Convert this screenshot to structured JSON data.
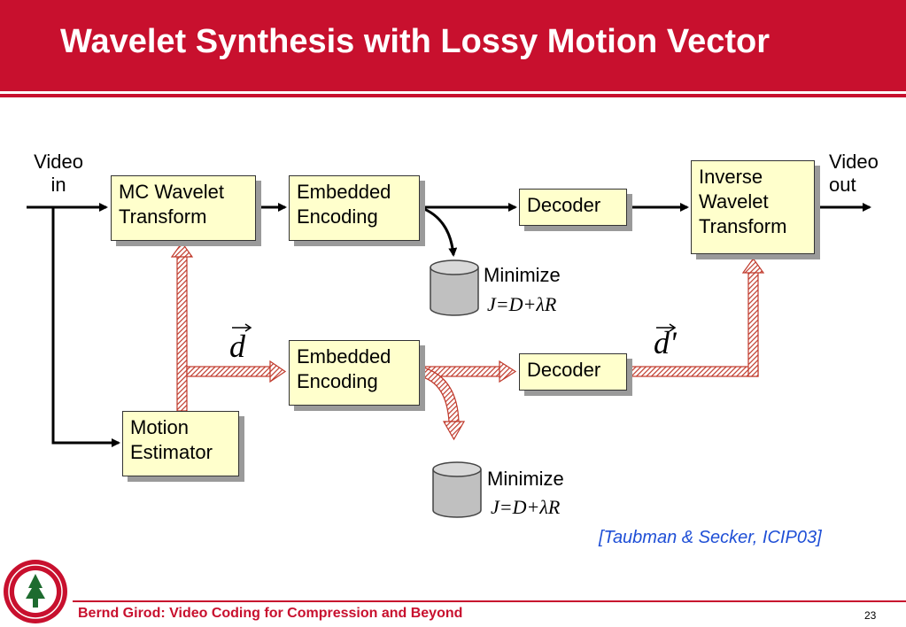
{
  "title": "Wavelet Synthesis with Lossy Motion Vector",
  "labels": {
    "video_in": [
      "Video",
      "in"
    ],
    "video_out": [
      "Video",
      "out"
    ],
    "minimize_top": "Minimize",
    "minimize_bottom": "Minimize",
    "equation_top": "J=D+λR",
    "equation_bottom": "J=D+λR",
    "vector_d": "d",
    "vector_d_prime": "d'"
  },
  "boxes": {
    "mc_wavelet": [
      "MC Wavelet",
      "Transform"
    ],
    "embedded_top": [
      "Embedded",
      "Encoding"
    ],
    "decoder_top": "Decoder",
    "inverse_wavelet": [
      "Inverse",
      "Wavelet",
      "Transform"
    ],
    "embedded_bottom": [
      "Embedded",
      "Encoding"
    ],
    "decoder_bottom": "Decoder",
    "motion_estimator": [
      "Motion",
      "Estimator"
    ]
  },
  "citation": "[Taubman & Secker, ICIP03]",
  "footer": "Bernd Girod: Video Coding for Compression and Beyond",
  "page_number": "23",
  "colors": {
    "brand_red": "#c8102e",
    "box_fill": "#ffffcc",
    "citation_blue": "#1f4fd6",
    "hatched_arrow": "#c0392b"
  }
}
